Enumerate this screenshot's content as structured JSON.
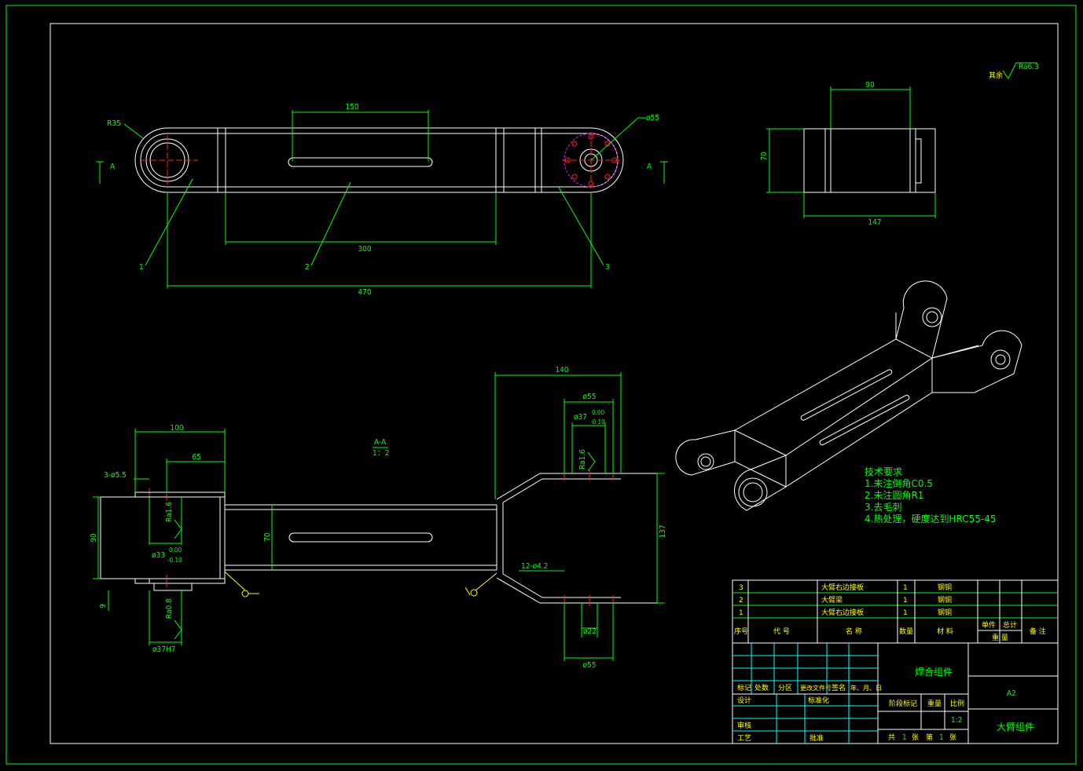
{
  "view_label": "A-A",
  "view_scale": "1：2",
  "section_mark": "A",
  "roughness_all": "Ra6.3",
  "roughness_all_note": "其余",
  "dimensions": {
    "top_150": "150",
    "top_300": "300",
    "top_470": "470",
    "top_r35": "R35",
    "top_d55": "ø55",
    "side_90": "90",
    "side_70": "70",
    "side_147": "147",
    "sec_100": "100",
    "sec_65": "65",
    "sec_3d55": "3-ø5.5",
    "sec_90": "90",
    "sec_9": "9",
    "sec_d33": "ø33",
    "sec_d33_tol_up": "0.00",
    "sec_d33_tol_dn": "-0.10",
    "sec_ra16a": "Ra1.6",
    "sec_ra08": "Ra0.8",
    "sec_d37h7": "ø37H7",
    "sec_70": "70",
    "sec_140": "140",
    "sec_d55a": "ø55",
    "sec_d37": "ø37",
    "sec_d37_tol_up": "0.00",
    "sec_d37_tol_dn": "-0.10",
    "sec_ra16b": "Ra1.6",
    "sec_137": "137",
    "sec_12d42": "12-ø4.2",
    "sec_d22": "ø22",
    "sec_d55b": "ø55"
  },
  "balloons": [
    "1",
    "2",
    "3"
  ],
  "tech_req": {
    "title": "技术要求",
    "items": [
      "1.未注倒角C0.5",
      "2.未注圆角R1",
      "3.去毛刺",
      "4.热处理，硬度达到HRC55-45"
    ]
  },
  "bom": {
    "rows": [
      {
        "no": "3",
        "code": "",
        "name": "大臂右边接板",
        "qty": "1",
        "material": "钢铜"
      },
      {
        "no": "2",
        "code": "",
        "name": "大臂梁",
        "qty": "1",
        "material": "钢铜"
      },
      {
        "no": "1",
        "code": "",
        "name": "大臂右边接板",
        "qty": "1",
        "material": "钢铜"
      }
    ],
    "header": {
      "no": "序号",
      "code": "代 号",
      "name": "名 称",
      "qty": "数量",
      "material": "材 料",
      "unit": "单件",
      "total": "总计",
      "weight": "重 量",
      "remark": "备 注"
    }
  },
  "title_block": {
    "drawing_name": "焊合组件",
    "sheet_size": "A2",
    "part_name": "大臂组件",
    "scale": "1:2",
    "labels": {
      "mark": "标记",
      "count": "处数",
      "zone": "分区",
      "doc": "更改文件号",
      "sign": "签名",
      "date": "年、月、日",
      "design": "设计",
      "std": "标准化",
      "stage_mark": "阶段标记",
      "weight": "重量",
      "ratio": "比例",
      "review": "审核",
      "process": "工艺",
      "approve": "批准",
      "total": "共",
      "total_n": "1",
      "sheet": "张",
      "page": "第",
      "page_n": "1",
      "page_unit": "张"
    }
  }
}
